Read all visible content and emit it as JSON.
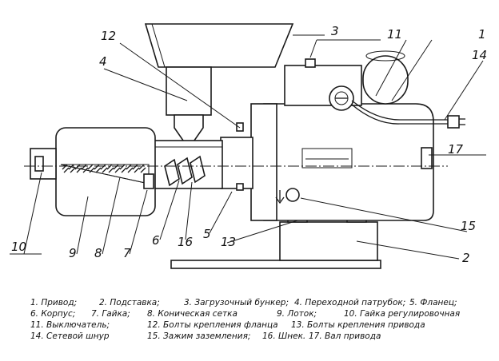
{
  "callouts": {
    "c1": "1",
    "c2": "2",
    "c3": "3",
    "c4": "4",
    "c5": "5",
    "c6": "6",
    "c7": "7",
    "c8": "8",
    "c9": "9",
    "c10": "10",
    "c11": "11",
    "c12": "12",
    "c13": "13",
    "c14": "14",
    "c15": "15",
    "c16": "16",
    "c17": "17"
  },
  "legend": {
    "row1": [
      "1. Привод;",
      "2. Подставка;",
      "3. Загрузочный бункер;",
      "4. Переходной патрубок;",
      "5. Фланец;"
    ],
    "row2": [
      "6. Корпус;",
      "7. Гайка;",
      "8. Коническая сетка",
      "9. Лоток;",
      "10. Гайка регулировочная"
    ],
    "row3": [
      "11. Выключатель;",
      "12. Болты крепления фланца",
      "13. Болты крепления привода"
    ],
    "row4": [
      "14. Сетевой шнур",
      "15. Зажим заземления;",
      "16. Шнек.",
      "17. Вал привода"
    ]
  }
}
